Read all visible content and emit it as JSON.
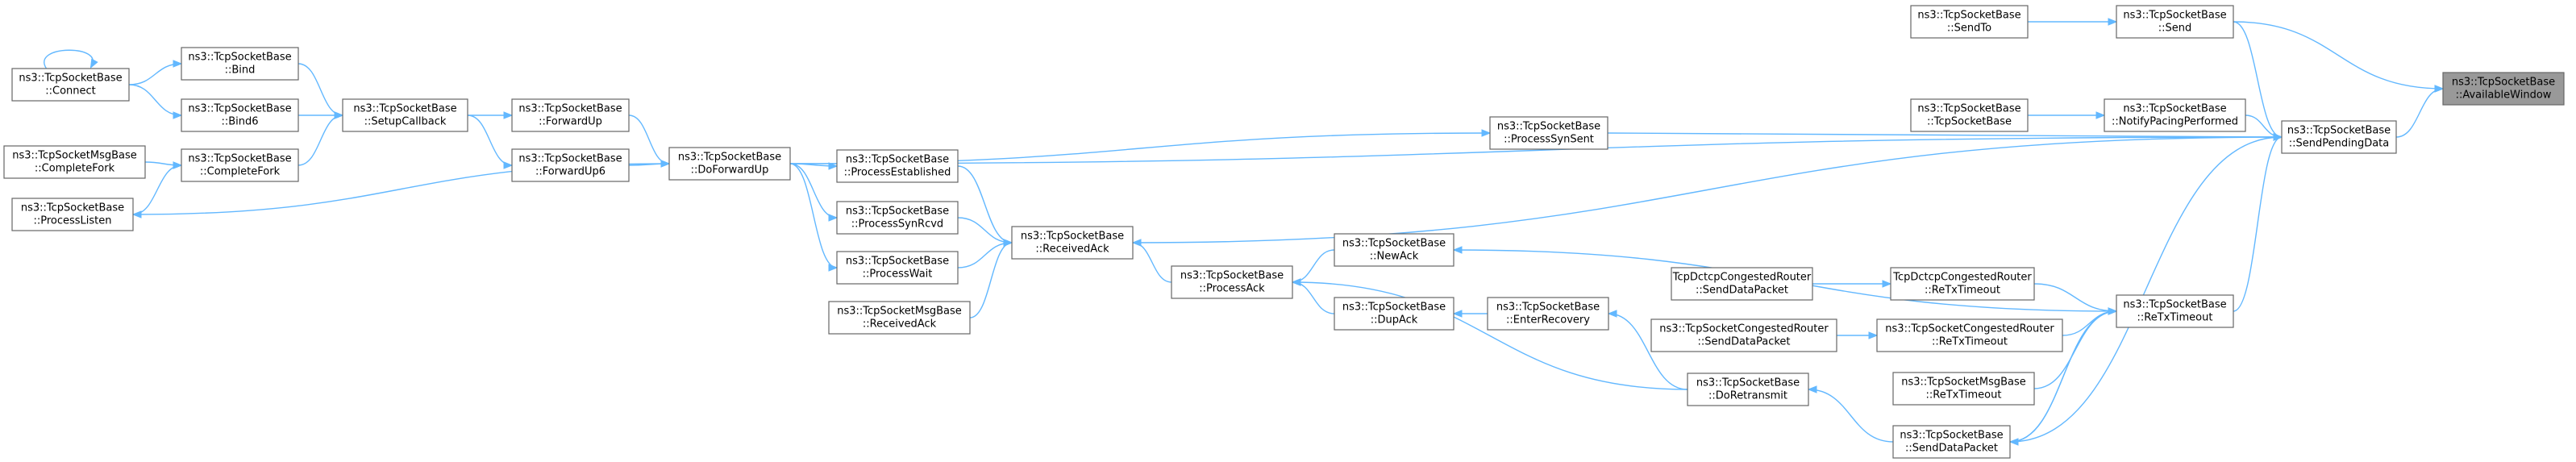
{
  "graph": {
    "nodes": [
      {
        "id": "available_window",
        "lines": [
          "ns3::TcpSocketBase",
          "::AvailableWindow"
        ],
        "highlight": true
      },
      {
        "id": "send_pending_data",
        "lines": [
          "ns3::TcpSocketBase",
          "::SendPendingData"
        ]
      },
      {
        "id": "send",
        "lines": [
          "ns3::TcpSocketBase",
          "::Send"
        ]
      },
      {
        "id": "send_to",
        "lines": [
          "ns3::TcpSocketBase",
          "::SendTo"
        ]
      },
      {
        "id": "notify_pacing",
        "lines": [
          "ns3::TcpSocketBase",
          "::NotifyPacingPerformed"
        ]
      },
      {
        "id": "tcp_socket_base_ctor",
        "lines": [
          "ns3::TcpSocketBase",
          "::TcpSocketBase"
        ]
      },
      {
        "id": "process_syn_sent",
        "lines": [
          "ns3::TcpSocketBase",
          "::ProcessSynSent"
        ]
      },
      {
        "id": "do_forward_up",
        "lines": [
          "ns3::TcpSocketBase",
          "::DoForwardUp"
        ]
      },
      {
        "id": "forward_up",
        "lines": [
          "ns3::TcpSocketBase",
          "::ForwardUp"
        ]
      },
      {
        "id": "forward_up6",
        "lines": [
          "ns3::TcpSocketBase",
          "::ForwardUp6"
        ]
      },
      {
        "id": "setup_callback",
        "lines": [
          "ns3::TcpSocketBase",
          "::SetupCallback"
        ]
      },
      {
        "id": "bind",
        "lines": [
          "ns3::TcpSocketBase",
          "::Bind"
        ]
      },
      {
        "id": "bind6",
        "lines": [
          "ns3::TcpSocketBase",
          "::Bind6"
        ]
      },
      {
        "id": "complete_fork",
        "lines": [
          "ns3::TcpSocketBase",
          "::CompleteFork"
        ]
      },
      {
        "id": "connect",
        "lines": [
          "ns3::TcpSocketBase",
          "::Connect"
        ]
      },
      {
        "id": "msg_complete_fork",
        "lines": [
          "ns3::TcpSocketMsgBase",
          "::CompleteFork"
        ]
      },
      {
        "id": "process_listen",
        "lines": [
          "ns3::TcpSocketBase",
          "::ProcessListen"
        ]
      },
      {
        "id": "process_established",
        "lines": [
          "ns3::TcpSocketBase",
          "::ProcessEstablished"
        ]
      },
      {
        "id": "process_syn_rcvd",
        "lines": [
          "ns3::TcpSocketBase",
          "::ProcessSynRcvd"
        ]
      },
      {
        "id": "process_wait",
        "lines": [
          "ns3::TcpSocketBase",
          "::ProcessWait"
        ]
      },
      {
        "id": "msg_received_ack",
        "lines": [
          "ns3::TcpSocketMsgBase",
          "::ReceivedAck"
        ]
      },
      {
        "id": "received_ack",
        "lines": [
          "ns3::TcpSocketBase",
          "::ReceivedAck"
        ]
      },
      {
        "id": "process_ack",
        "lines": [
          "ns3::TcpSocketBase",
          "::ProcessAck"
        ]
      },
      {
        "id": "new_ack",
        "lines": [
          "ns3::TcpSocketBase",
          "::NewAck"
        ]
      },
      {
        "id": "dup_ack",
        "lines": [
          "ns3::TcpSocketBase",
          "::DupAck"
        ]
      },
      {
        "id": "enter_recovery",
        "lines": [
          "ns3::TcpSocketBase",
          "::EnterRecovery"
        ]
      },
      {
        "id": "do_retransmit",
        "lines": [
          "ns3::TcpSocketBase",
          "::DoRetransmit"
        ]
      },
      {
        "id": "re_tx_timeout",
        "lines": [
          "ns3::TcpSocketBase",
          "::ReTxTimeout"
        ]
      },
      {
        "id": "send_data_packet",
        "lines": [
          "ns3::TcpSocketBase",
          "::SendDataPacket"
        ]
      },
      {
        "id": "dctcp_send_data_packet",
        "lines": [
          "TcpDctcpCongestedRouter",
          "::SendDataPacket"
        ]
      },
      {
        "id": "dctcp_re_tx_timeout",
        "lines": [
          "TcpDctcpCongestedRouter",
          "::ReTxTimeout"
        ]
      },
      {
        "id": "congested_send_data_packet",
        "lines": [
          "ns3::TcpSocketCongestedRouter",
          "::SendDataPacket"
        ]
      },
      {
        "id": "congested_re_tx_timeout",
        "lines": [
          "ns3::TcpSocketCongestedRouter",
          "::ReTxTimeout"
        ]
      },
      {
        "id": "msg_re_tx_timeout",
        "lines": [
          "ns3::TcpSocketMsgBase",
          "::ReTxTimeout"
        ]
      }
    ],
    "edges": [
      {
        "from": "send_to",
        "to": "send"
      },
      {
        "from": "send",
        "to": "available_window"
      },
      {
        "from": "send_pending_data",
        "to": "available_window"
      },
      {
        "from": "send",
        "to": "send_pending_data"
      },
      {
        "from": "tcp_socket_base_ctor",
        "to": "notify_pacing"
      },
      {
        "from": "notify_pacing",
        "to": "send_pending_data"
      },
      {
        "from": "process_syn_sent",
        "to": "send_pending_data"
      },
      {
        "from": "do_forward_up",
        "to": "process_syn_sent"
      },
      {
        "from": "do_forward_up",
        "to": "send_pending_data"
      },
      {
        "from": "received_ack",
        "to": "send_pending_data"
      },
      {
        "from": "re_tx_timeout",
        "to": "send_pending_data"
      },
      {
        "from": "send_data_packet",
        "to": "send_pending_data"
      },
      {
        "from": "forward_up",
        "to": "do_forward_up"
      },
      {
        "from": "forward_up6",
        "to": "do_forward_up"
      },
      {
        "from": "setup_callback",
        "to": "forward_up"
      },
      {
        "from": "setup_callback",
        "to": "forward_up6"
      },
      {
        "from": "bind",
        "to": "setup_callback"
      },
      {
        "from": "bind6",
        "to": "setup_callback"
      },
      {
        "from": "complete_fork",
        "to": "setup_callback"
      },
      {
        "from": "connect",
        "to": "bind"
      },
      {
        "from": "connect",
        "to": "bind6"
      },
      {
        "from": "connect",
        "to": "connect",
        "self": true
      },
      {
        "from": "msg_complete_fork",
        "to": "complete_fork"
      },
      {
        "from": "process_listen",
        "to": "complete_fork"
      },
      {
        "from": "do_forward_up",
        "to": "process_listen"
      },
      {
        "from": "do_forward_up",
        "to": "process_established"
      },
      {
        "from": "do_forward_up",
        "to": "process_syn_rcvd"
      },
      {
        "from": "do_forward_up",
        "to": "process_wait"
      },
      {
        "from": "process_established",
        "to": "received_ack"
      },
      {
        "from": "process_syn_rcvd",
        "to": "received_ack"
      },
      {
        "from": "process_wait",
        "to": "received_ack"
      },
      {
        "from": "msg_received_ack",
        "to": "received_ack"
      },
      {
        "from": "process_ack",
        "to": "received_ack"
      },
      {
        "from": "new_ack",
        "to": "process_ack"
      },
      {
        "from": "dup_ack",
        "to": "process_ack"
      },
      {
        "from": "do_retransmit",
        "to": "process_ack"
      },
      {
        "from": "re_tx_timeout",
        "to": "new_ack"
      },
      {
        "from": "enter_recovery",
        "to": "dup_ack"
      },
      {
        "from": "do_retransmit",
        "to": "enter_recovery"
      },
      {
        "from": "send_data_packet",
        "to": "do_retransmit"
      },
      {
        "from": "dctcp_send_data_packet",
        "to": "dctcp_re_tx_timeout"
      },
      {
        "from": "dctcp_re_tx_timeout",
        "to": "re_tx_timeout"
      },
      {
        "from": "congested_send_data_packet",
        "to": "congested_re_tx_timeout"
      },
      {
        "from": "congested_re_tx_timeout",
        "to": "re_tx_timeout"
      },
      {
        "from": "msg_re_tx_timeout",
        "to": "re_tx_timeout"
      },
      {
        "from": "send_data_packet",
        "to": "re_tx_timeout"
      },
      {
        "from": "re_tx_timeout",
        "to": "send_data_packet"
      }
    ]
  },
  "colors": {
    "edge": "#63b8ff",
    "node_border": "#666666",
    "node_fill": "#ffffff",
    "highlight_fill": "#999999"
  }
}
